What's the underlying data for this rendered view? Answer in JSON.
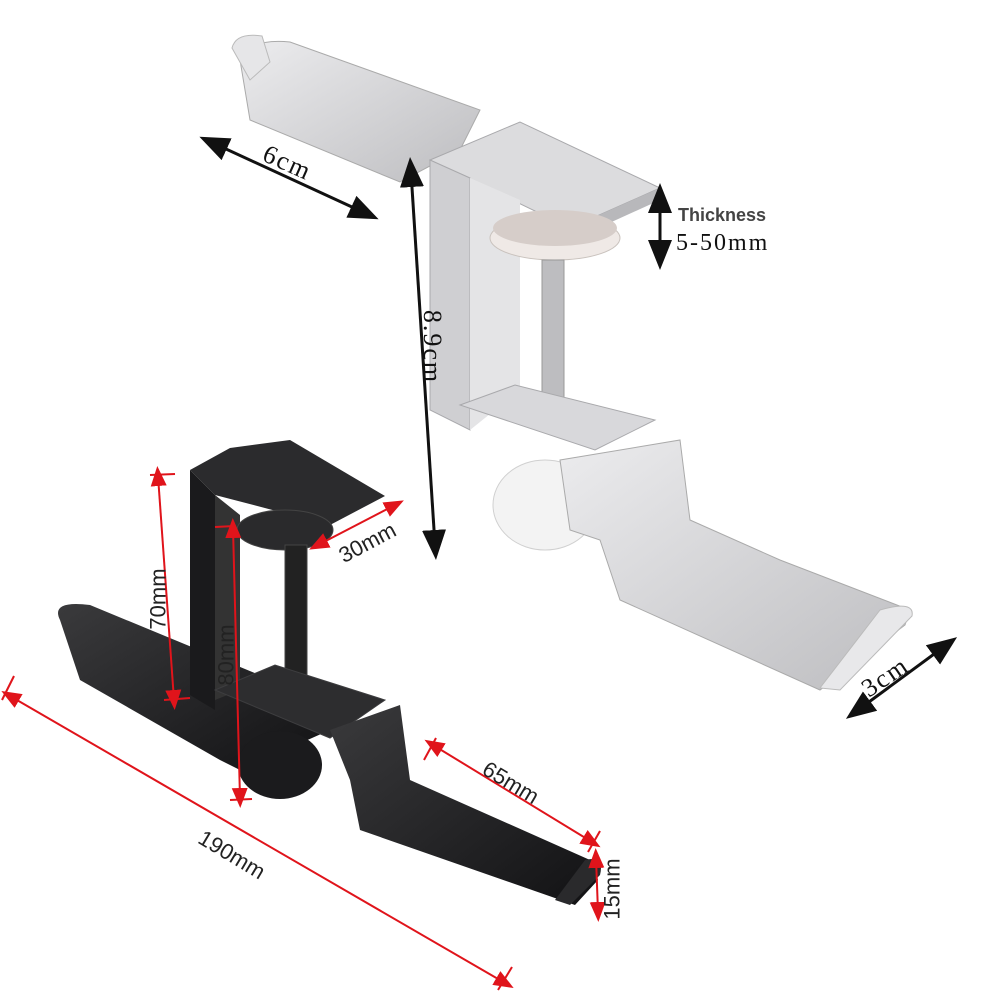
{
  "title": "Headphone hanger desk clamp dimensions",
  "colors": {
    "silver": "#d4d4d6",
    "black": "#1c1c1e",
    "dimension_black": "#111111",
    "dimension_red": "#e0141b",
    "background": "#ffffff"
  },
  "silver_model": {
    "thickness_title": "Thickness",
    "thickness_value": "5-50mm",
    "width_top": "6cm",
    "height": "8.9cm",
    "width_hook": "3cm"
  },
  "black_model": {
    "clamp_depth": "30mm",
    "clamp_height_inner": "70mm",
    "overall_height": "80mm",
    "arm_length": "65mm",
    "total_length": "190mm",
    "hook_height": "15mm"
  }
}
